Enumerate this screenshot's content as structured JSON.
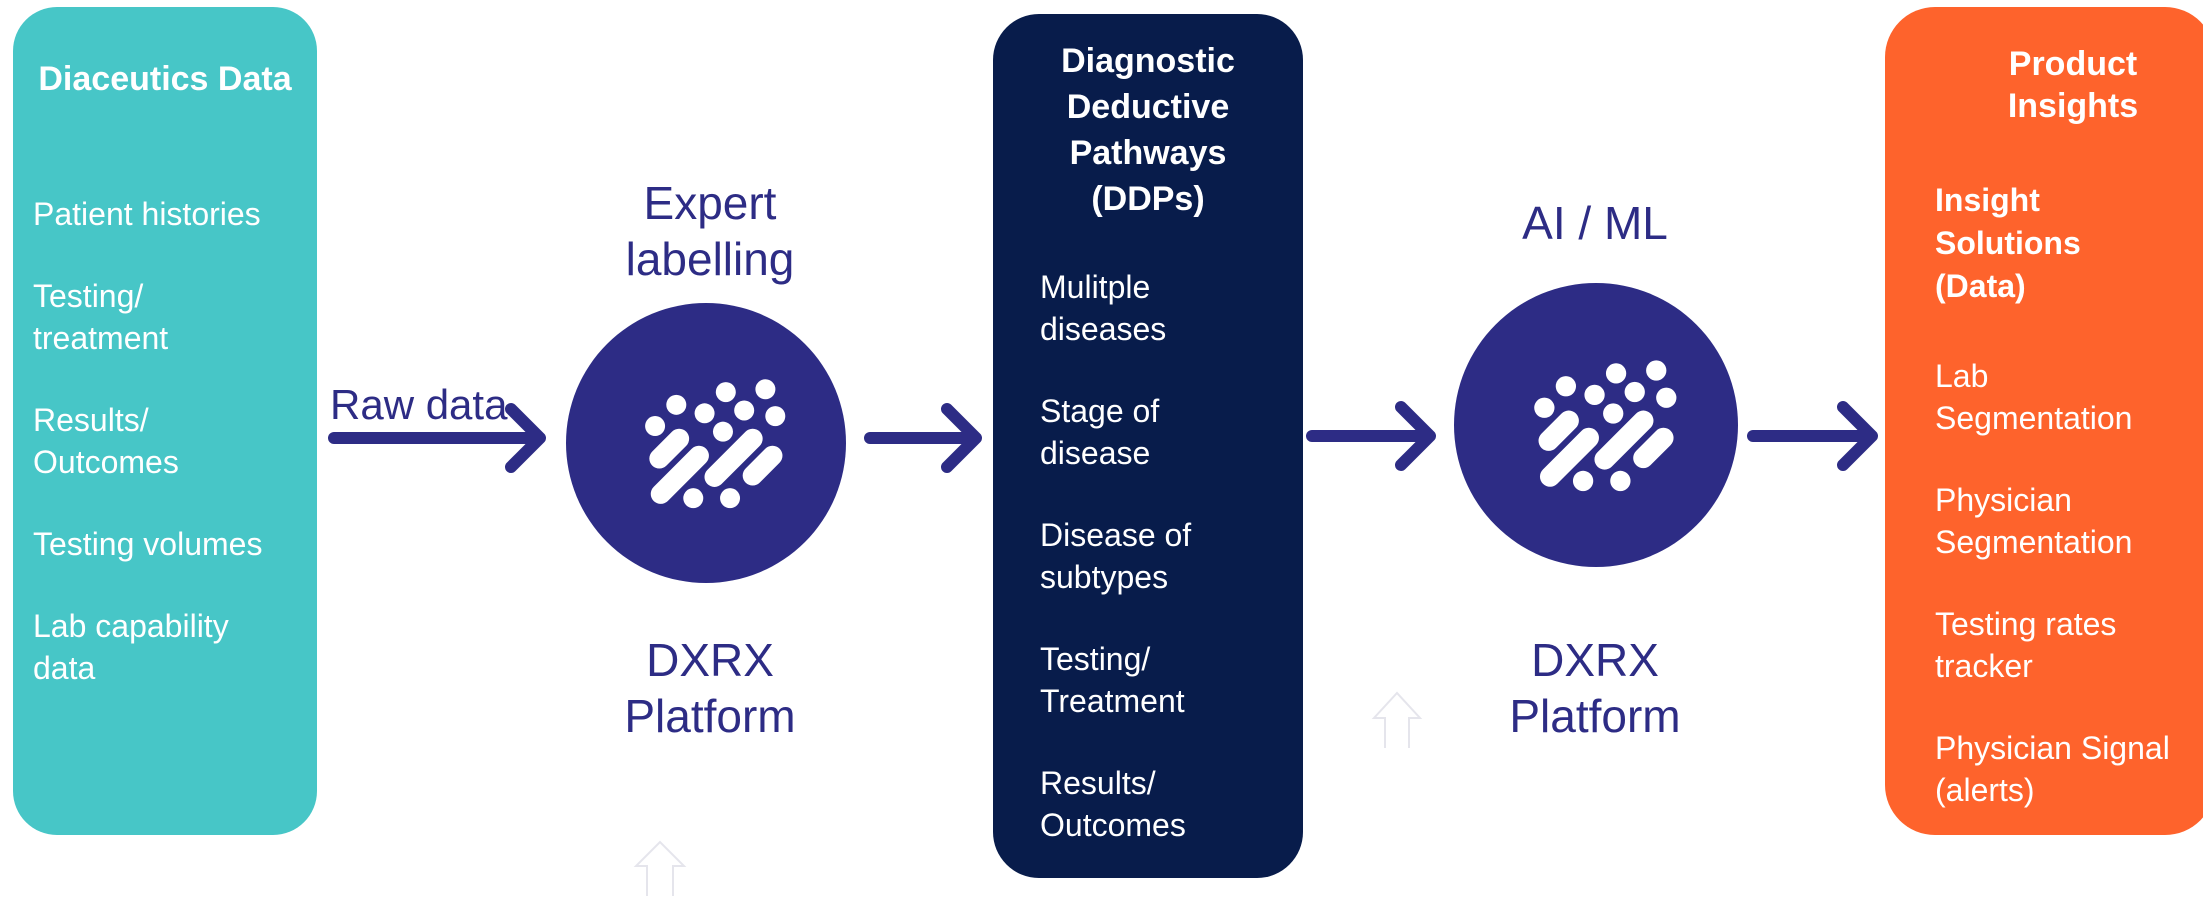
{
  "colors": {
    "teal": "#47c6c7",
    "navy": "#081c4b",
    "orange": "#fe632c",
    "indigo": "#2d2c85"
  },
  "data_box": {
    "title": "Diaceutics Data",
    "items": [
      "Patient histories",
      "Testing/ treatment",
      "Results/ Outcomes",
      "Testing volumes",
      "Lab capability data"
    ]
  },
  "raw_data_label": "Raw data",
  "expert_step": {
    "label": "Expert labelling",
    "platform": "DXRX Platform",
    "icon": "pattern-dots-icon"
  },
  "ddp_box": {
    "title": "Diagnostic Deductive Pathways (DDPs)",
    "items": [
      "Mulitple diseases",
      "Stage of disease",
      "Disease of subtypes",
      "Testing/ Treatment",
      "Results/ Outcomes"
    ]
  },
  "ai_step": {
    "label": "AI / ML",
    "platform": "DXRX Platform",
    "icon": "pattern-dots-icon"
  },
  "insights_box": {
    "title": "Product Insights",
    "subtitle": "Insight Solutions (Data)",
    "items": [
      "Lab Segmentation",
      "Physician Segmentation",
      "Testing rates tracker",
      "Physician Signal (alerts)"
    ]
  }
}
